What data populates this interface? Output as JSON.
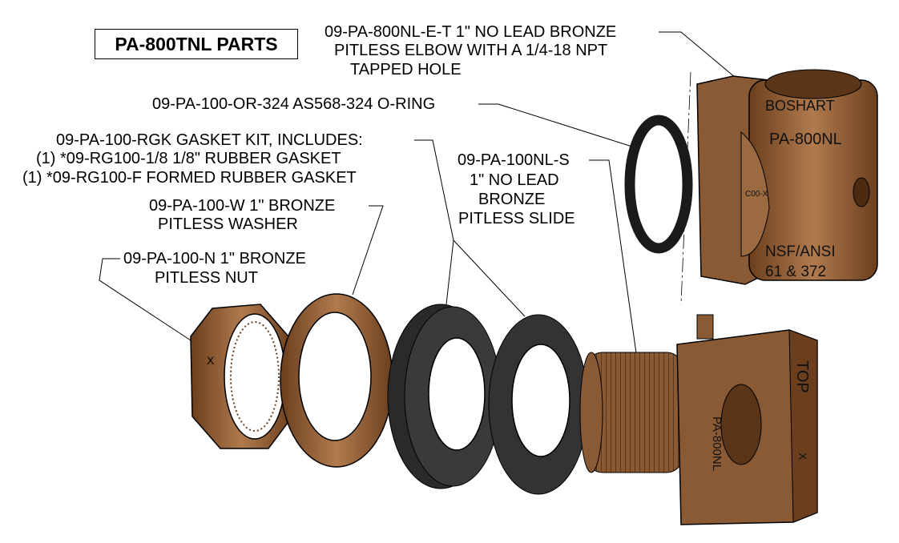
{
  "title": "PA-800TNL PARTS",
  "callouts": {
    "elbow": [
      "09-PA-800NL-E-T 1\" NO LEAD BRONZE",
      "PITLESS ELBOW WITH A 1/4-18 NPT",
      "TAPPED HOLE"
    ],
    "oring": [
      "09-PA-100-OR-324 AS568-324 O-RING"
    ],
    "gasket_kit": [
      "09-PA-100-RGK GASKET KIT, INCLUDES:",
      "(1) *09-RG100-1/8  1/8\" RUBBER GASKET",
      "(1) *09-RG100-F  FORMED RUBBER GASKET"
    ],
    "washer": [
      "09-PA-100-W  1\" BRONZE",
      "PITLESS WASHER"
    ],
    "nut": [
      "09-PA-100-N  1\" BRONZE",
      "PITLESS NUT"
    ],
    "slide": [
      "09-PA-100NL-S",
      "1\" NO LEAD",
      "BRONZE",
      "PITLESS SLIDE"
    ]
  },
  "castings": {
    "elbow_brand": "BOSHART",
    "elbow_model": "PA-800NL",
    "elbow_code": "C00-X",
    "elbow_cert": [
      "NSF/ANSI",
      "61 & 372"
    ],
    "nut_mark": "X",
    "slide_model": "PA-800NL",
    "slide_top": "TOP",
    "slide_mark": "X"
  },
  "colors": {
    "bronze": "#8a5a35",
    "bronze_light": "#b07a4e",
    "bronze_dark": "#5a3518",
    "rubber": "#2a2a2a"
  }
}
